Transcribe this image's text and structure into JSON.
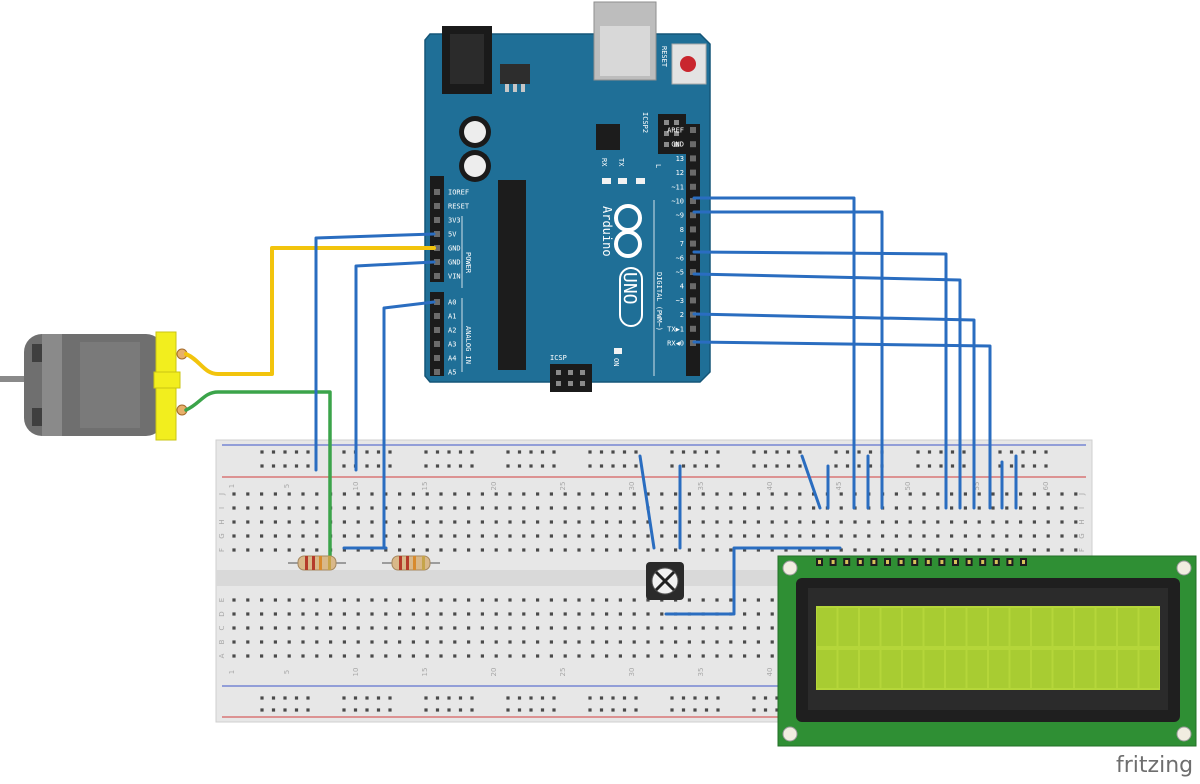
{
  "watermark": "fritzing",
  "arduino": {
    "brand": "Arduino",
    "model": "UNO",
    "reset_label": "RESET",
    "icsp_label": "ICSP",
    "icsp2_label": "ICSP2",
    "tx_label": "TX",
    "rx_label": "RX",
    "l_label": "L",
    "on_label": "ON",
    "power_label": "POWER",
    "analog_label": "ANALOG IN",
    "digital_label": "DIGITAL (PWM~)",
    "left_pins": [
      "IOREF",
      "RESET",
      "3V3",
      "5V",
      "GND",
      "GND",
      "VIN",
      "A0",
      "A1",
      "A2",
      "A3",
      "A4",
      "A5"
    ],
    "right_pins": [
      "AREF",
      "GND",
      "13",
      "12",
      "~11",
      "~10",
      "~9",
      "8",
      "7",
      "~6",
      "~5",
      "4",
      "~3",
      "2",
      "TX▶1",
      "RX◀0"
    ]
  },
  "breadboard": {
    "column_numbers": [
      "1",
      "5",
      "10",
      "15",
      "20",
      "25",
      "30",
      "35",
      "40",
      "45",
      "50",
      "55",
      "60"
    ],
    "row_letters_top": [
      "J",
      "I",
      "H",
      "G",
      "F"
    ],
    "row_letters_bottom": [
      "E",
      "D",
      "C",
      "B",
      "A"
    ]
  },
  "colors": {
    "board": "#1f6f97",
    "wire_blue": "#2a6dc0",
    "wire_yellow": "#f2c40d",
    "wire_green": "#3ba44a",
    "lcd_pcb": "#2f8f34",
    "lcd_screen": "#b5d63a",
    "motor_cap": "#f2ee1e"
  }
}
